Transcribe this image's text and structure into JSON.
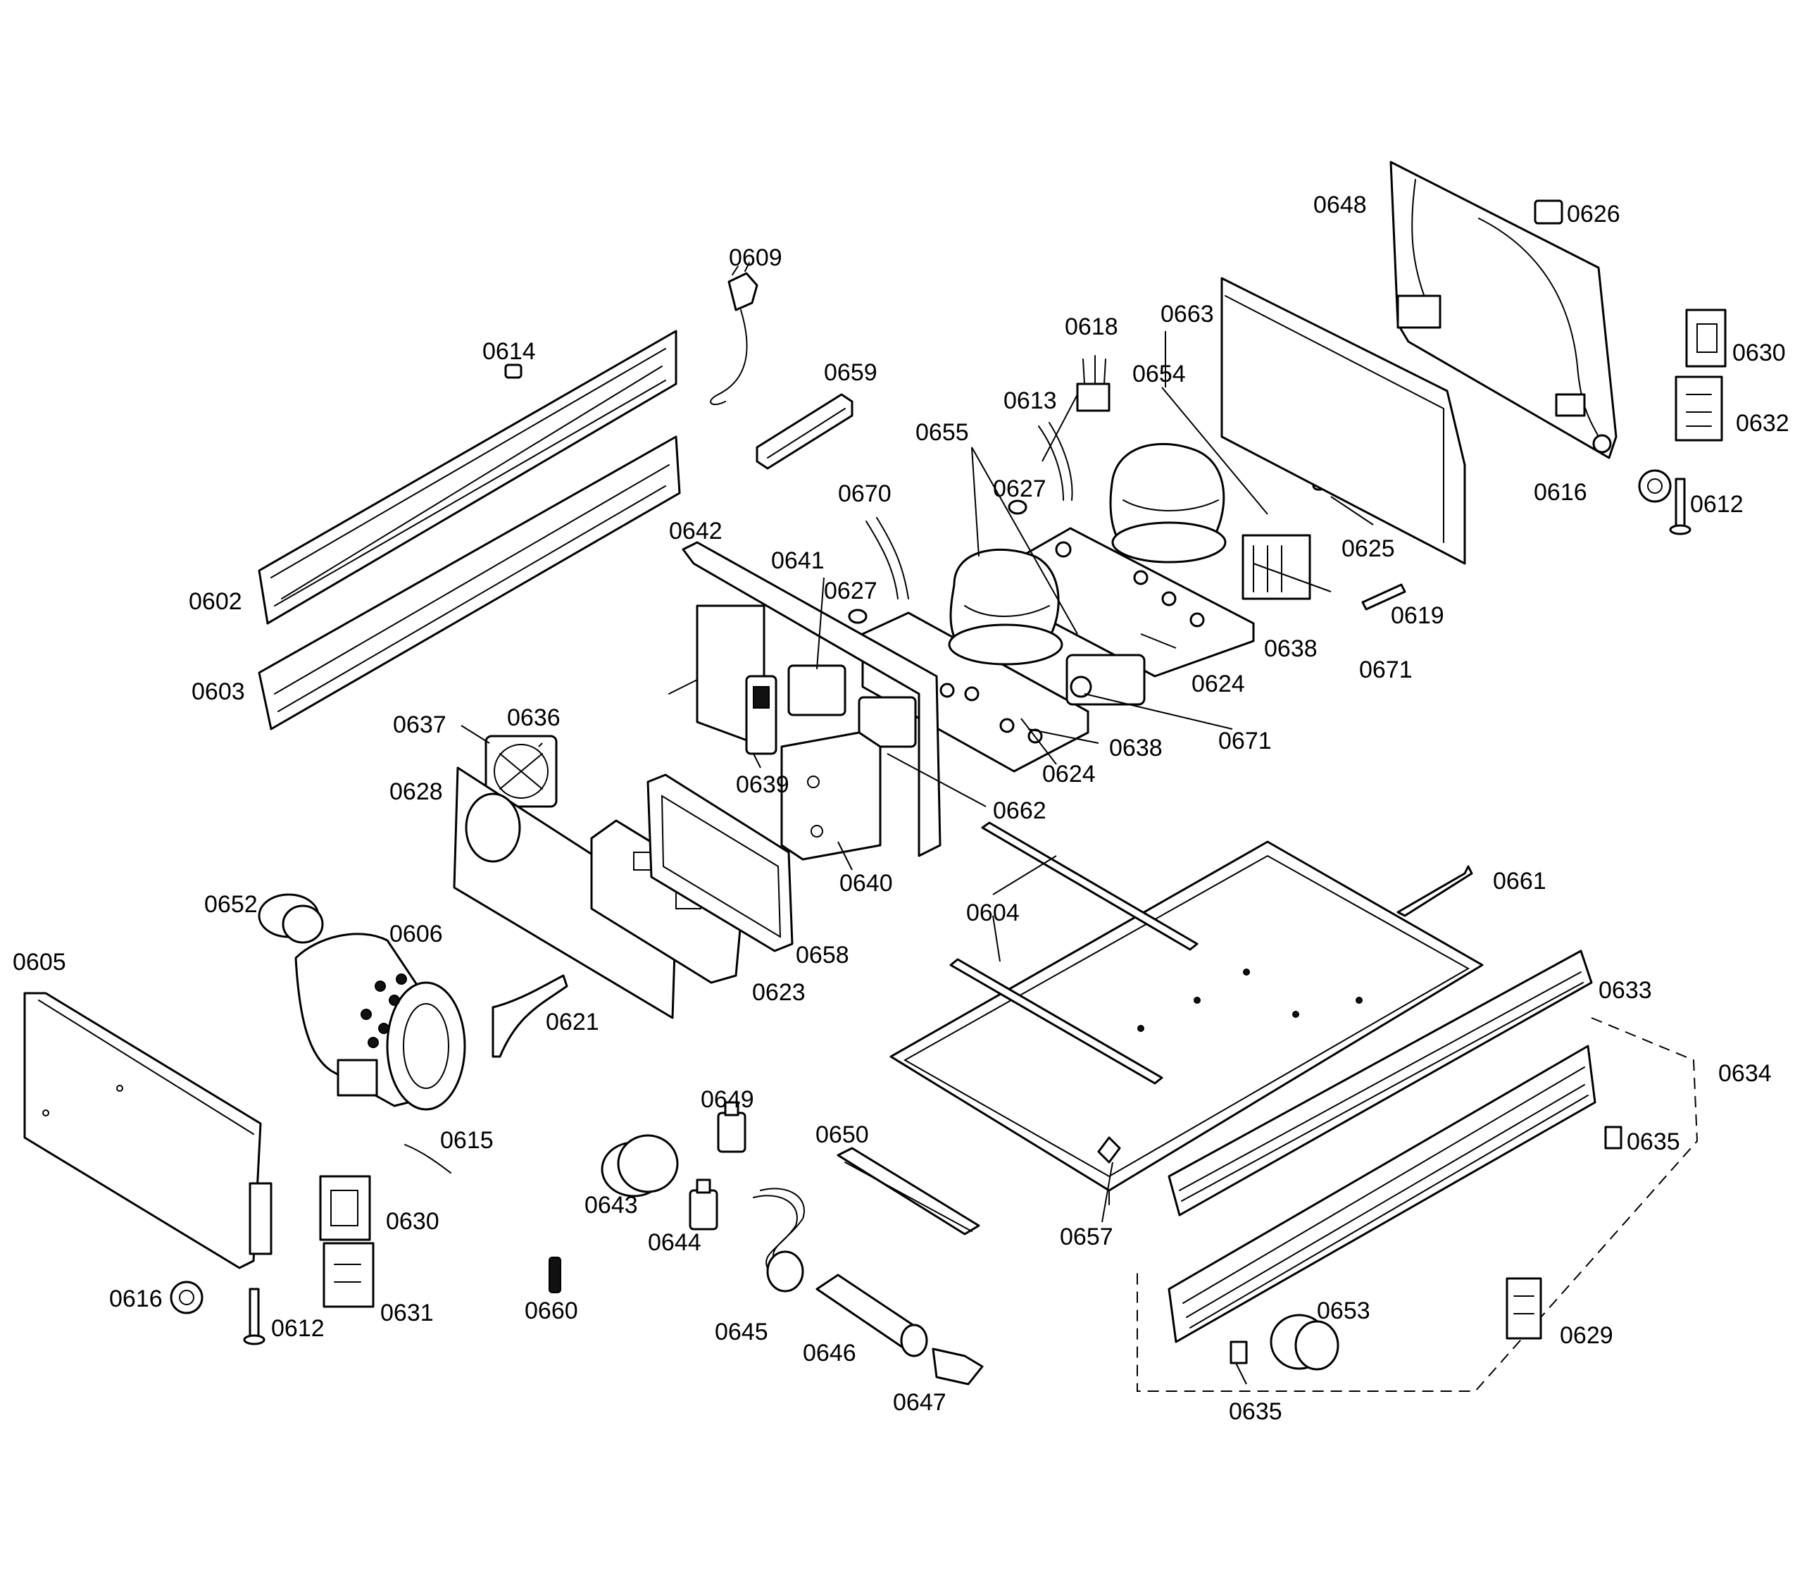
{
  "labels": {
    "l0602": "0602",
    "l0603": "0603",
    "l0604": "0604",
    "l0605": "0605",
    "l0606": "0606",
    "l0609": "0609",
    "l0612a": "0612",
    "l0612b": "0612",
    "l0613": "0613",
    "l0614": "0614",
    "l0615": "0615",
    "l0616a": "0616",
    "l0616b": "0616",
    "l0618": "0618",
    "l0619": "0619",
    "l0621": "0621",
    "l0623": "0623",
    "l0624a": "0624",
    "l0624b": "0624",
    "l0625": "0625",
    "l0626": "0626",
    "l0627a": "0627",
    "l0627b": "0627",
    "l0628": "0628",
    "l0629": "0629",
    "l0630a": "0630",
    "l0630b": "0630",
    "l0631": "0631",
    "l0632": "0632",
    "l0633": "0633",
    "l0634": "0634",
    "l0635a": "0635",
    "l0635b": "0635",
    "l0636": "0636",
    "l0637": "0637",
    "l0638a": "0638",
    "l0638b": "0638",
    "l0639": "0639",
    "l0640": "0640",
    "l0641": "0641",
    "l0642": "0642",
    "l0643": "0643",
    "l0644": "0644",
    "l0645": "0645",
    "l0646": "0646",
    "l0647": "0647",
    "l0648": "0648",
    "l0649": "0649",
    "l0650": "0650",
    "l0652": "0652",
    "l0653": "0653",
    "l0654": "0654",
    "l0655": "0655",
    "l0657": "0657",
    "l0658": "0658",
    "l0659": "0659",
    "l0660": "0660",
    "l0661": "0661",
    "l0662": "0662",
    "l0663": "0663",
    "l0670": "0670",
    "l0671a": "0671",
    "l0671b": "0671"
  }
}
